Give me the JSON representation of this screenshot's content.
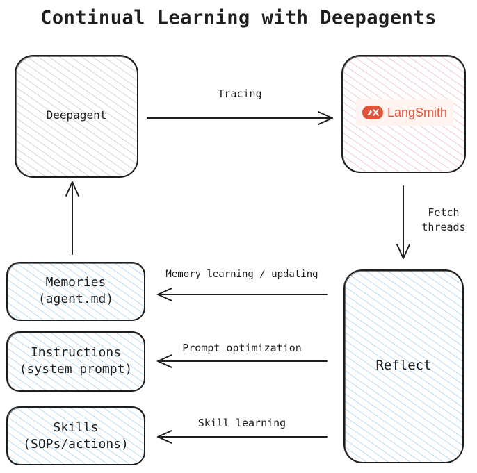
{
  "title": "Continual Learning with Deepagents",
  "nodes": {
    "deepagent": {
      "label": "Deepagent"
    },
    "langsmith": {
      "logo_text": "LangSmith"
    },
    "reflect": {
      "label": "Reflect"
    },
    "memories": {
      "line1": "Memories",
      "line2": "(agent.md)"
    },
    "instructions": {
      "line1": "Instructions",
      "line2": "(system prompt)"
    },
    "skills": {
      "line1": "Skills",
      "line2": "(SOPs/actions)"
    }
  },
  "edges": {
    "tracing": "Tracing",
    "fetch_line1": "Fetch",
    "fetch_line2": "threads",
    "memory_learning": "Memory learning / updating",
    "prompt_optimization": "Prompt optimization",
    "skill_learning": "Skill learning"
  },
  "colors": {
    "stroke": "#1e1e1e",
    "hatch_gray": "#b9b9b9",
    "hatch_pink": "#f2a3a8",
    "hatch_blue": "#8fc8ee",
    "brand": "#e2553b"
  }
}
